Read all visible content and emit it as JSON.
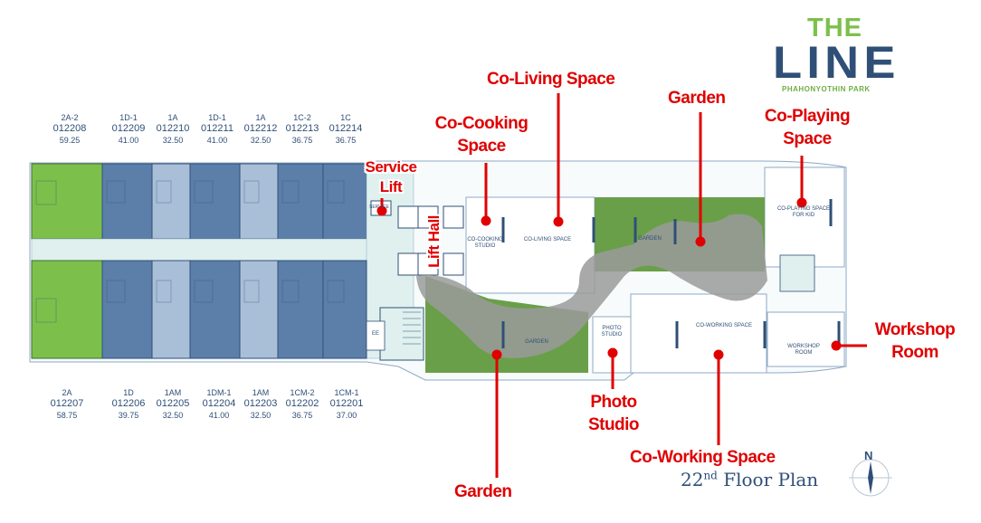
{
  "logo": {
    "the": "THE",
    "line": "LINE",
    "park": "PHAHONYOTHIN PARK"
  },
  "floor_plan": {
    "number": "22",
    "suffix": "nd",
    "label": "Floor Plan"
  },
  "compass": {
    "north": "N"
  },
  "units_top": [
    {
      "type": "2A-2",
      "number": "012208",
      "area": "59.25"
    },
    {
      "type": "1D-1",
      "number": "012209",
      "area": "41.00"
    },
    {
      "type": "1A",
      "number": "012210",
      "area": "32.50"
    },
    {
      "type": "1D-1",
      "number": "012211",
      "area": "41.00"
    },
    {
      "type": "1A",
      "number": "012212",
      "area": "32.50"
    },
    {
      "type": "1C-2",
      "number": "012213",
      "area": "36.75"
    },
    {
      "type": "1C",
      "number": "012214",
      "area": "36.75"
    }
  ],
  "units_bottom": [
    {
      "type": "2A",
      "number": "012207",
      "area": "58.75"
    },
    {
      "type": "1D",
      "number": "012206",
      "area": "39.75"
    },
    {
      "type": "1AM",
      "number": "012205",
      "area": "32.50"
    },
    {
      "type": "1DM-1",
      "number": "012204",
      "area": "41.00"
    },
    {
      "type": "1AM",
      "number": "012203",
      "area": "32.50"
    },
    {
      "type": "1CM-2",
      "number": "012202",
      "area": "36.75"
    },
    {
      "type": "1CM-1",
      "number": "012201",
      "area": "37.00"
    }
  ],
  "rooms": {
    "co_cooking": "CO-COOKING STUDIO",
    "co_living": "CO-LIVING SPACE",
    "garden_top": "GARDEN",
    "garden_bottom": "GARDEN",
    "co_playing": "CO-PLAYING SPACE FOR KID",
    "photo": "PHOTO STUDIO",
    "co_working": "CO-WORKING SPACE",
    "workshop": "WORKSHOP ROOM",
    "service": "SERVICE",
    "ee": "EE"
  },
  "callouts": {
    "co_living": "Co-Living Space",
    "garden_top": "Garden",
    "co_cooking_1": "Co-Cooking",
    "co_cooking_2": "Space",
    "co_playing_1": "Co-Playing",
    "co_playing_2": "Space",
    "service_1": "Service",
    "service_2": "Lift",
    "lift_hall": "Lift Hall",
    "workshop_1": "Workshop",
    "workshop_2": "Room",
    "photo_1": "Photo",
    "photo_2": "Studio",
    "co_working": "Co-Working Space",
    "garden_bottom": "Garden"
  },
  "colors": {
    "callout_red": "#e00000",
    "unit_green": "#7cc04b",
    "unit_blue_dark": "#5b7fa8",
    "unit_blue_light": "#a9bfd8",
    "corridor": "#dff0ee",
    "garden": "#6a9f4a",
    "walkway": "#9a9a9a",
    "navy": "#2f4f77"
  }
}
